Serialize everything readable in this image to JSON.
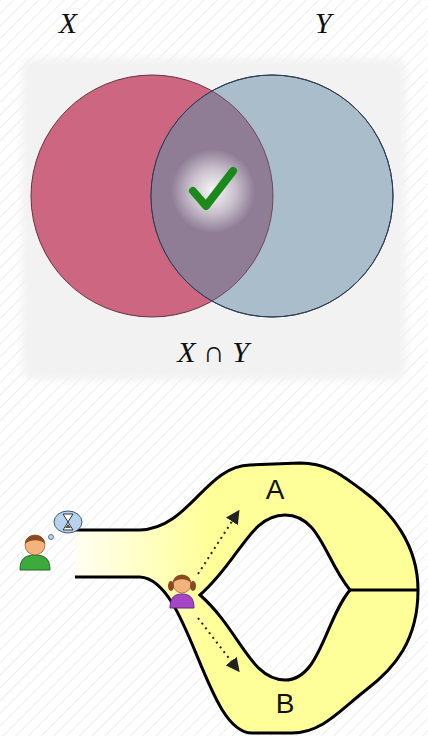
{
  "diagram": {
    "nodes": [
      {
        "text": [
          "X"
        ]
      },
      {
        "text": [
          "Y"
        ]
      }
    ],
    "labels": [
      "X ∩ Y",
      "A",
      "B"
    ]
  }
}
